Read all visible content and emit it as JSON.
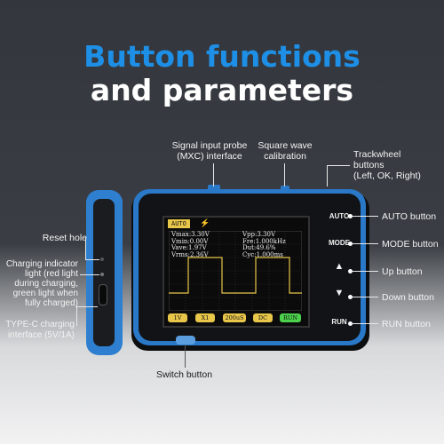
{
  "title": {
    "line1": "Button functions",
    "line2": "and parameters"
  },
  "labels": {
    "probe": "Signal input probe\n(MXC) interface",
    "square": "Square wave\ncalibration",
    "trackwheel": "Trackwheel\nbuttons\n(Left, OK, Right)",
    "auto": "AUTO button",
    "mode": "MODE button",
    "up": "Up button",
    "down": "Down button",
    "run": "RUN button",
    "reset": "Reset hole",
    "charging": "Charging indicator\nlight (red light\nduring charging,\ngreen light when\nfully charged)",
    "typec": "TYPE-C charging\ninterface (5V/1A)",
    "switch": "Switch button"
  },
  "device": {
    "buttons": {
      "auto": "AUTO",
      "mode": "MODE",
      "up": "▲",
      "down": "▼",
      "run": "RUN"
    },
    "screen": {
      "mode_tag": "AUTO",
      "bolt": "⚡",
      "left": [
        "Vmax:3.30V",
        "Vmin:0.00V",
        "Vave:1.97V",
        "Vrms:2.36V"
      ],
      "right": [
        "Vpp:3.30V",
        "Fre:1.000kHz",
        "Dut:49.6%",
        "Cyc:1.000ms"
      ],
      "chips": [
        "1V",
        "X1",
        "200uS",
        "DC",
        "RUN"
      ]
    }
  },
  "colors": {
    "accent": "#1e8fe6",
    "device_blue": "#2a78c8",
    "chip_yellow": "#e8c64a",
    "run_green": "#4cd14c"
  }
}
